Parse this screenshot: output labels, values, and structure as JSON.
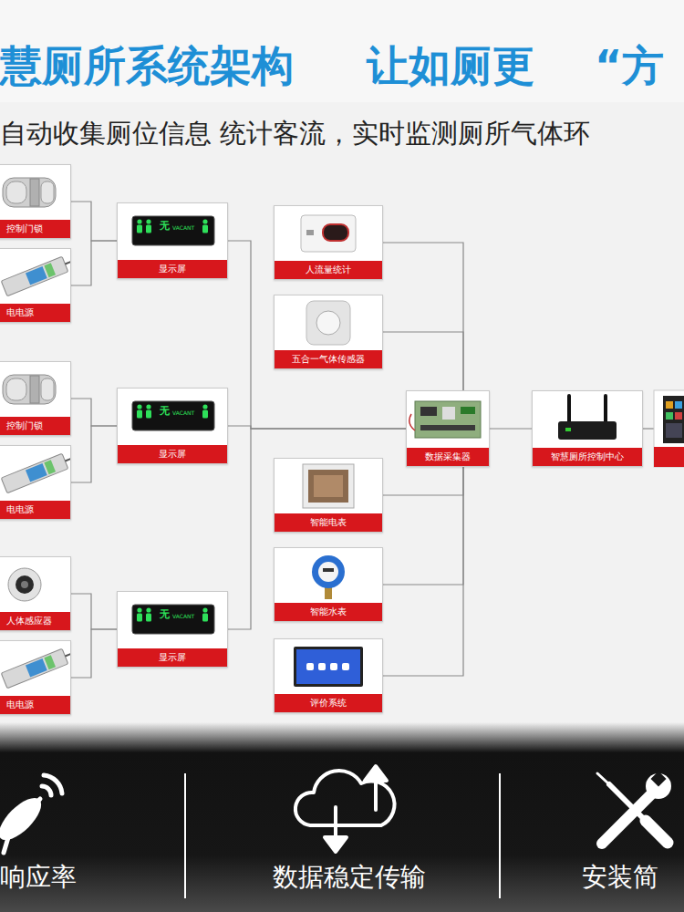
{
  "diagram": {
    "title": "慧厕所系统架构",
    "nodes": [
      {
        "text": [
          "控制门锁"
        ]
      },
      {
        "text": [
          "电电源"
        ]
      },
      {
        "text": [
          "显示屏"
        ]
      },
      {
        "text": [
          "控制门锁"
        ]
      },
      {
        "text": [
          "电电源"
        ]
      },
      {
        "text": [
          "显示屏"
        ]
      },
      {
        "text": [
          "人体感应器"
        ]
      },
      {
        "text": [
          "电电源"
        ]
      },
      {
        "text": [
          "显示屏"
        ]
      },
      {
        "text": [
          "人流量统计"
        ]
      },
      {
        "text": [
          "五合一气体传感器"
        ]
      },
      {
        "text": [
          "智能电表"
        ]
      },
      {
        "text": [
          "智能水表"
        ]
      },
      {
        "text": [
          "评价系统"
        ]
      },
      {
        "text": [
          "数据采集器"
        ]
      },
      {
        "text": [
          "智慧厕所控制中心"
        ]
      }
    ],
    "edges": [
      {
        "from": 0,
        "to": 2,
        "arrow": "none"
      },
      {
        "from": 1,
        "to": 2,
        "arrow": "none"
      },
      {
        "from": 3,
        "to": 5,
        "arrow": "none"
      },
      {
        "from": 4,
        "to": 5,
        "arrow": "none"
      },
      {
        "from": 6,
        "to": 8,
        "arrow": "none"
      },
      {
        "from": 7,
        "to": 8,
        "arrow": "none"
      },
      {
        "from": 2,
        "to": 14,
        "arrow": "none"
      },
      {
        "from": 5,
        "to": 14,
        "arrow": "none"
      },
      {
        "from": 8,
        "to": 14,
        "arrow": "none"
      },
      {
        "from": 9,
        "to": 14,
        "arrow": "none"
      },
      {
        "from": 10,
        "to": 14,
        "arrow": "none"
      },
      {
        "from": 11,
        "to": 14,
        "arrow": "none"
      },
      {
        "from": 12,
        "to": 14,
        "arrow": "none"
      },
      {
        "from": 13,
        "to": 14,
        "arrow": "none"
      },
      {
        "from": 14,
        "to": 15,
        "arrow": "none"
      }
    ],
    "labels": [
      "让如厕更",
      "“方",
      "自动收集厕位信息 统计客流，实时监测厕所气体环",
      "无",
      "VACANT",
      "无",
      "VACANT",
      "无",
      "VACANT",
      "响应率",
      "数据稳定传输",
      "安装简"
    ]
  }
}
